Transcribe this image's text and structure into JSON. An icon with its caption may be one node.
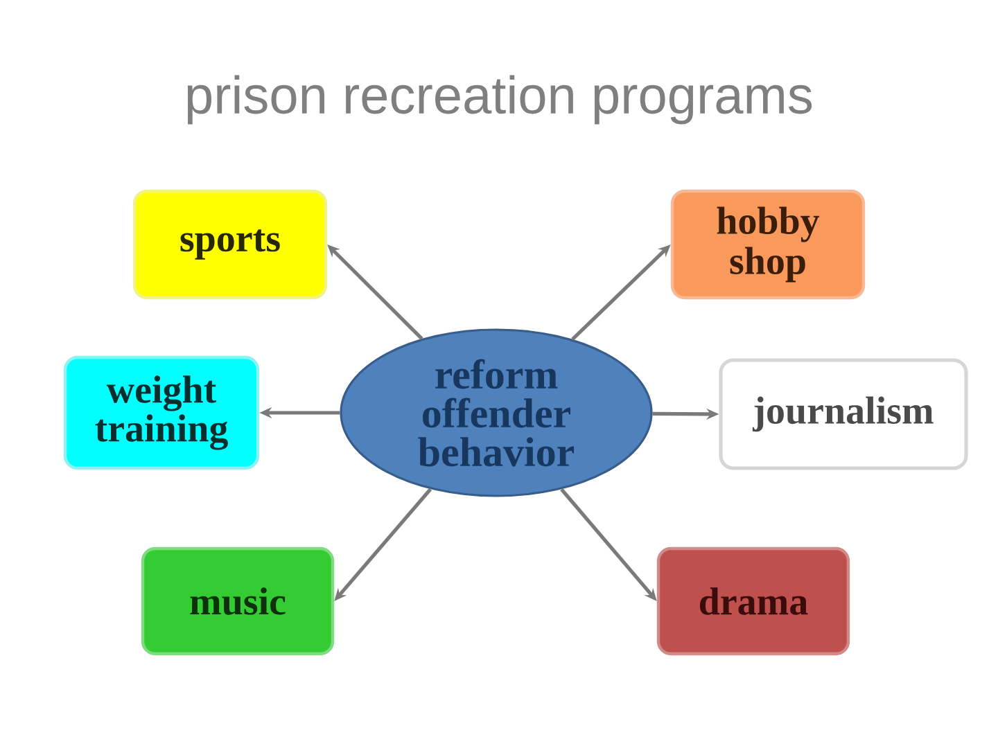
{
  "diagram": {
    "title": "prison recreation programs",
    "nodes": [
      {
        "text": [
          "reform offender behavior"
        ]
      },
      {
        "text": [
          "sports"
        ]
      },
      {
        "text": [
          "hobby shop"
        ]
      },
      {
        "text": [
          "weight training"
        ]
      },
      {
        "text": [
          "journalism"
        ]
      },
      {
        "text": [
          "music"
        ]
      },
      {
        "text": [
          "drama"
        ]
      }
    ],
    "edges": [
      {
        "from": 0,
        "to": 1,
        "arrow": "to"
      },
      {
        "from": 0,
        "to": 2,
        "arrow": "to"
      },
      {
        "from": 0,
        "to": 3,
        "arrow": "to"
      },
      {
        "from": 0,
        "to": 4,
        "arrow": "to"
      },
      {
        "from": 0,
        "to": 5,
        "arrow": "to"
      },
      {
        "from": 0,
        "to": 6,
        "arrow": "to"
      }
    ]
  }
}
